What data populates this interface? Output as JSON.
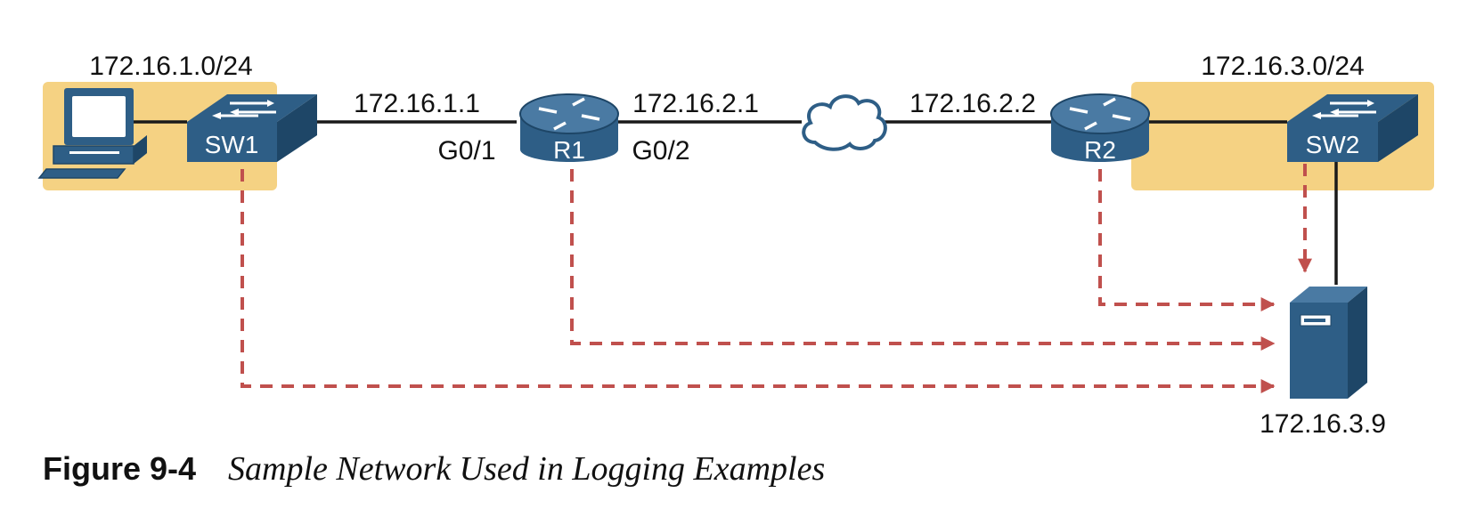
{
  "colors": {
    "subnet_fill": "#f5d283",
    "device_blue": "#2e5e86",
    "device_dark": "#1e4667",
    "link": "#1a1a1a",
    "syslog_arrow": "#c0504d"
  },
  "subnets": {
    "left": "172.16.1.0/24",
    "right": "172.16.3.0/24"
  },
  "devices": {
    "pc": {
      "icon": "pc-icon"
    },
    "sw1": {
      "label": "SW1",
      "icon": "switch-icon"
    },
    "r1": {
      "label": "R1",
      "icon": "router-icon"
    },
    "cloud": {
      "icon": "cloud-icon"
    },
    "r2": {
      "label": "R2",
      "icon": "router-icon"
    },
    "sw2": {
      "label": "SW2",
      "icon": "switch-icon"
    },
    "server": {
      "icon": "server-icon",
      "address": "172.16.3.9"
    }
  },
  "links": {
    "r1_lan_ip": "172.16.1.1",
    "r1_lan_interface": "G0/1",
    "r1_wan_ip": "172.16.2.1",
    "r1_wan_interface": "G0/2",
    "r2_wan_ip": "172.16.2.2"
  },
  "caption": {
    "number": "Figure 9-4",
    "title": "Sample Network Used in Logging Examples"
  }
}
